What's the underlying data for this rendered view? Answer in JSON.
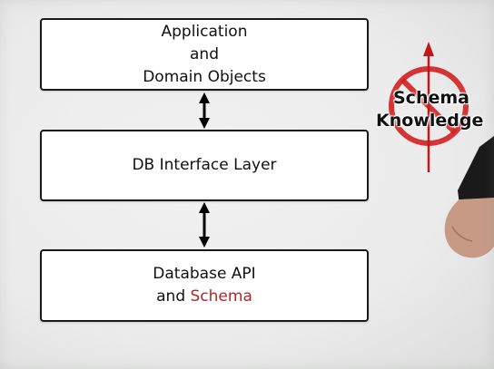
{
  "diagram": {
    "boxes": {
      "application": {
        "line1": "Application",
        "line2": "and",
        "line3": "Domain Objects"
      },
      "db_interface": {
        "label": "DB Interface Layer"
      },
      "database_api": {
        "line1": "Database API",
        "line2_prefix": "and ",
        "line2_accent": "Schema"
      }
    },
    "prohibition": {
      "line1": "Schema",
      "line2": "Knowledge"
    },
    "colors": {
      "accent": "#a82a2a",
      "prohibition_red": "#d42020",
      "box_border": "#1a1a1a",
      "background": "#ececec"
    },
    "icons": [
      "double-arrow-icon",
      "up-arrow-icon",
      "prohibition-icon"
    ]
  }
}
